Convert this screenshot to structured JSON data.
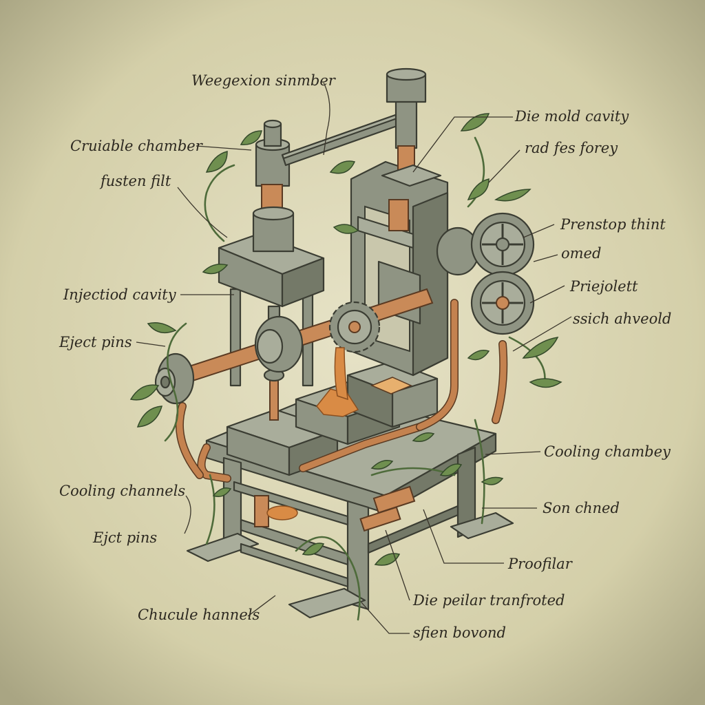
{
  "diagram": {
    "labels": [
      {
        "id": "wegexion",
        "text": "Weegexion sinmber"
      },
      {
        "id": "crucible",
        "text": "Cruiable chamber"
      },
      {
        "id": "fusten",
        "text": "fusten filt"
      },
      {
        "id": "injection",
        "text": "Injectiod cavity"
      },
      {
        "id": "eject1",
        "text": "Eject pins"
      },
      {
        "id": "cooling1",
        "text": "Cooling channels"
      },
      {
        "id": "eject2",
        "text": "Ejct pins"
      },
      {
        "id": "chucule",
        "text": "Chucule hannels"
      },
      {
        "id": "diemold",
        "text": "Die mold cavity"
      },
      {
        "id": "radfes",
        "text": "rad fes forey"
      },
      {
        "id": "prenstop",
        "text": "Prenstop thint"
      },
      {
        "id": "omed",
        "text": "omed"
      },
      {
        "id": "priejolett",
        "text": "Priejolett"
      },
      {
        "id": "ssich",
        "text": "ssich ahveold"
      },
      {
        "id": "cooling2",
        "text": "Cooling chambey"
      },
      {
        "id": "sonched",
        "text": "Son chned"
      },
      {
        "id": "proofilar",
        "text": "Proofilar"
      },
      {
        "id": "diepeilar",
        "text": "Die peilar tranfroted"
      },
      {
        "id": "sfien",
        "text": "sfien bovond"
      }
    ]
  }
}
